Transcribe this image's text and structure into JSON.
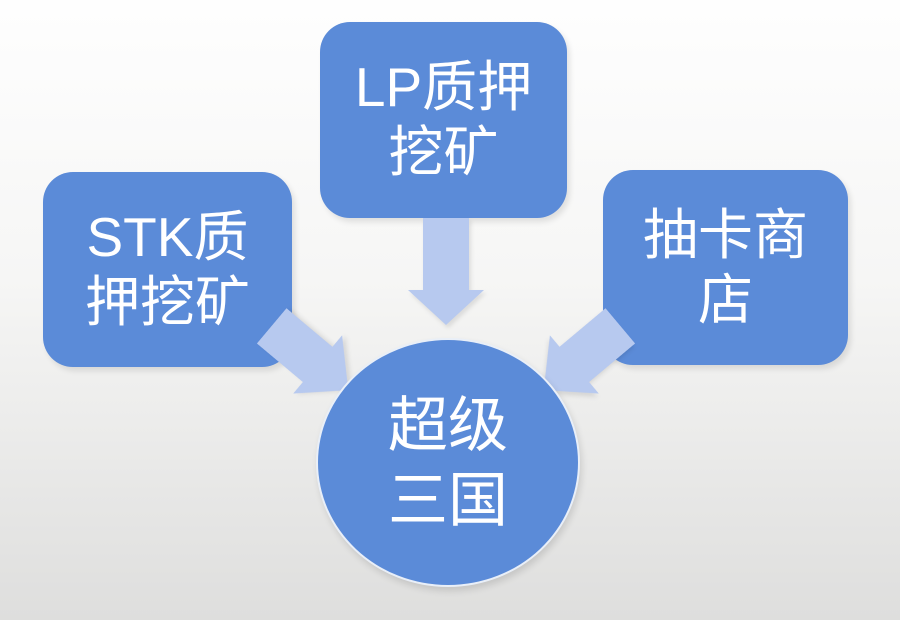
{
  "diagram": {
    "type": "converging-arrows",
    "nodes": {
      "stk": {
        "label": "STK质\n押挖矿"
      },
      "lp": {
        "label": "LP质押\n挖矿"
      },
      "shop": {
        "label": "抽卡商\n店"
      },
      "center": {
        "label": "超级\n三国"
      }
    },
    "edges": [
      {
        "from": "stk",
        "to": "center"
      },
      {
        "from": "lp",
        "to": "center"
      },
      {
        "from": "shop",
        "to": "center"
      }
    ],
    "colors": {
      "node_fill": "#5B8BD8",
      "arrow_fill": "#B7C9EF",
      "text": "#FFFFFF",
      "background_top": "#FEFEFE",
      "background_bottom": "#DEDEDD"
    }
  }
}
